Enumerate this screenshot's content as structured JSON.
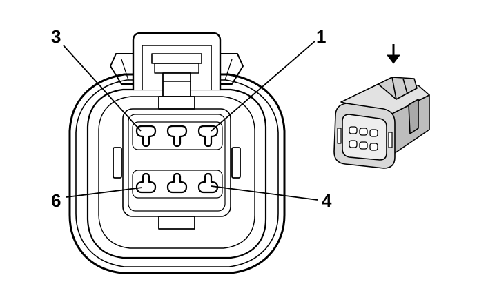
{
  "diagram": {
    "pin_labels": {
      "pin1": "1",
      "pin3": "3",
      "pin4": "4",
      "pin6": "6"
    },
    "colors": {
      "line": "#000000",
      "fill": "#ffffff",
      "inset_fill": "#d4d4d4"
    },
    "inset_arrow_icon": "arrow-down-icon"
  }
}
